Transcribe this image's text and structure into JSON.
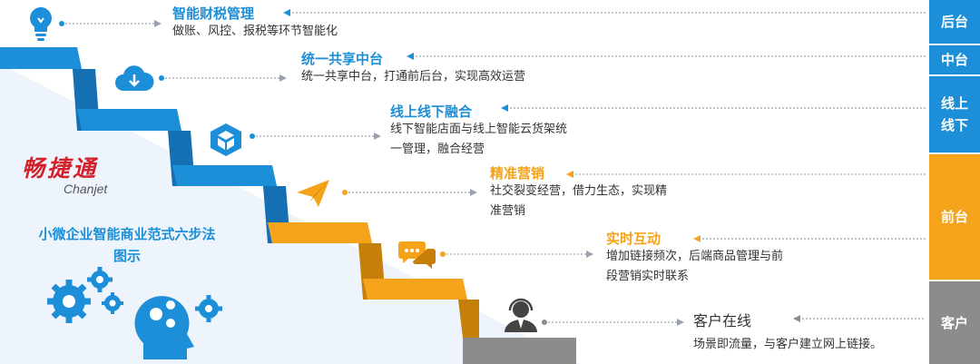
{
  "brand": {
    "name_cn": "畅捷通",
    "name_en": "Chanjet"
  },
  "method_title": [
    "小微企业智能商业范式六步法",
    "图示"
  ],
  "colors": {
    "blue": "#1d8fd9",
    "blue_dark": "#146fb3",
    "orange": "#f5a31a",
    "gray": "#8c8c8c",
    "brand_red": "#d3202a"
  },
  "steps": [
    {
      "title": "智能财税管理",
      "desc": [
        "做账、风控、报税等环节智能化"
      ],
      "icon": "lightbulb-icon",
      "color": "#1d8fd9"
    },
    {
      "title": "统一共享中台",
      "desc": [
        "统一共享中台，打通前后台，实现高效运营"
      ],
      "icon": "cloud-download-icon",
      "color": "#1d8fd9"
    },
    {
      "title": "线上线下融合",
      "desc": [
        "线下智能店面与线上智能云货架统",
        "一管理，融合经营"
      ],
      "icon": "cube-icon",
      "color": "#1d8fd9"
    },
    {
      "title": "精准营销",
      "desc": [
        "社交裂变经营，借力生态，实现精",
        "准营销"
      ],
      "icon": "paper-plane-icon",
      "color": "#f5a31a"
    },
    {
      "title": "实时互动",
      "desc": [
        "增加链接频次，后端商品管理与前",
        "段营销实时联系"
      ],
      "icon": "chat-bubbles-icon",
      "color": "#f5a31a"
    },
    {
      "title": "客户在线",
      "desc": [
        "场景即流量，与客户建立网上链接。"
      ],
      "icon": "customer-service-icon",
      "color": "#333333"
    }
  ],
  "side_labels": [
    {
      "text": "后台",
      "color": "#1d8fd9"
    },
    {
      "text": "中台",
      "color": "#1d8fd9"
    },
    {
      "text": "线上\n线下",
      "color": "#1d8fd9"
    },
    {
      "text": "前台",
      "color": "#f5a31a"
    },
    {
      "text": "客户",
      "color": "#8c8c8c"
    }
  ]
}
